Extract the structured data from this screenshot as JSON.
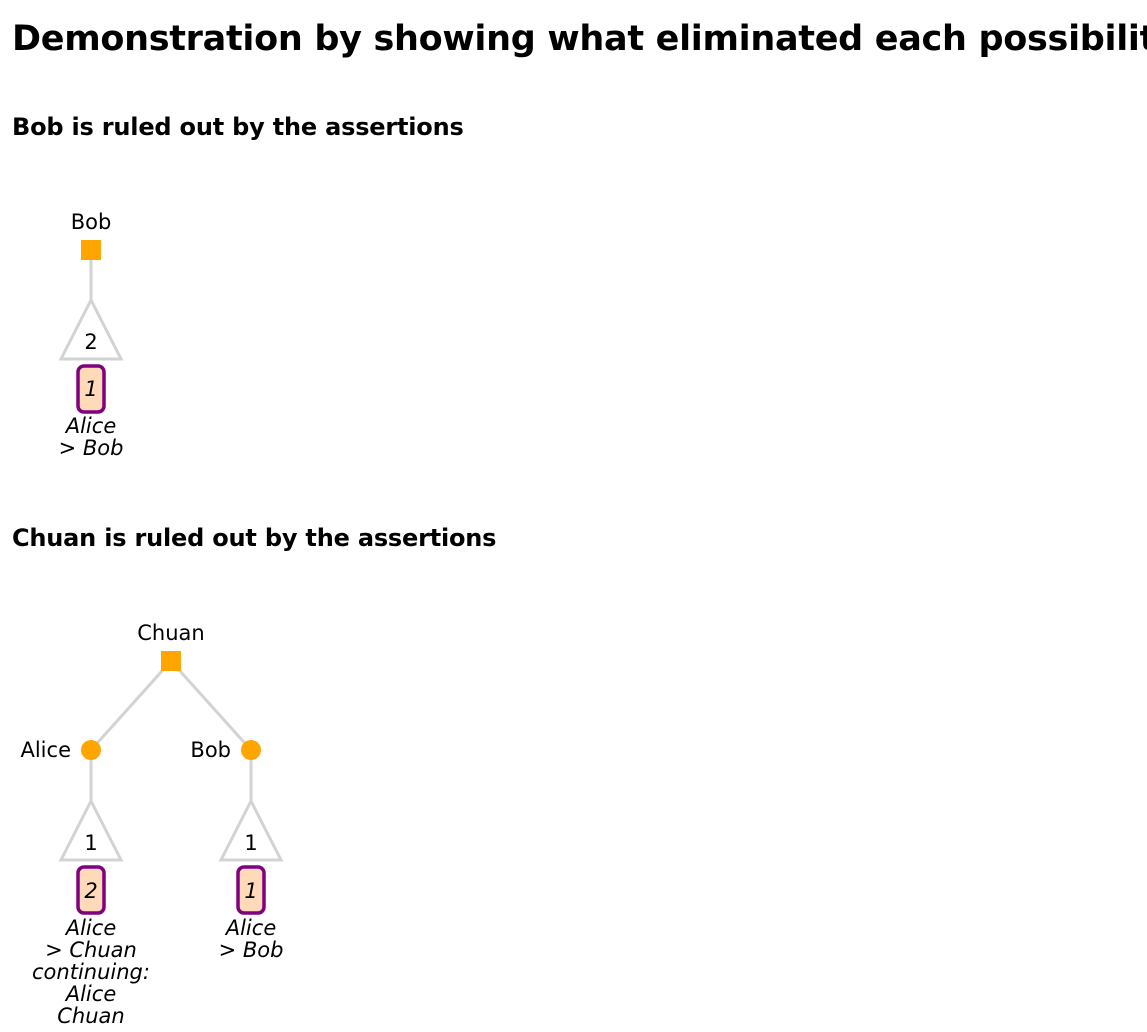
{
  "title": "Demonstration by showing what eliminated each possibility",
  "sections": [
    {
      "heading": "Bob is ruled out by the assertions",
      "tree": {
        "root": "Bob",
        "children": [],
        "leaf": {
          "count": "2",
          "assertion": "1",
          "text": [
            "Alice",
            "> Bob"
          ]
        }
      }
    },
    {
      "heading": "Chuan is ruled out by the assertions",
      "tree": {
        "root": "Chuan",
        "children": [
          {
            "label": "Alice",
            "count": "1",
            "assertion": "2",
            "text": [
              "Alice",
              "> Chuan",
              "continuing:",
              "Alice",
              "Chuan"
            ]
          },
          {
            "label": "Bob",
            "count": "1",
            "assertion": "1",
            "text": [
              "Alice",
              "> Bob"
            ]
          }
        ]
      }
    }
  ],
  "colors": {
    "node": "#ffa500",
    "edge": "#d3d3d3",
    "badge_fill": "#ffdab9",
    "badge_stroke": "#800080"
  }
}
